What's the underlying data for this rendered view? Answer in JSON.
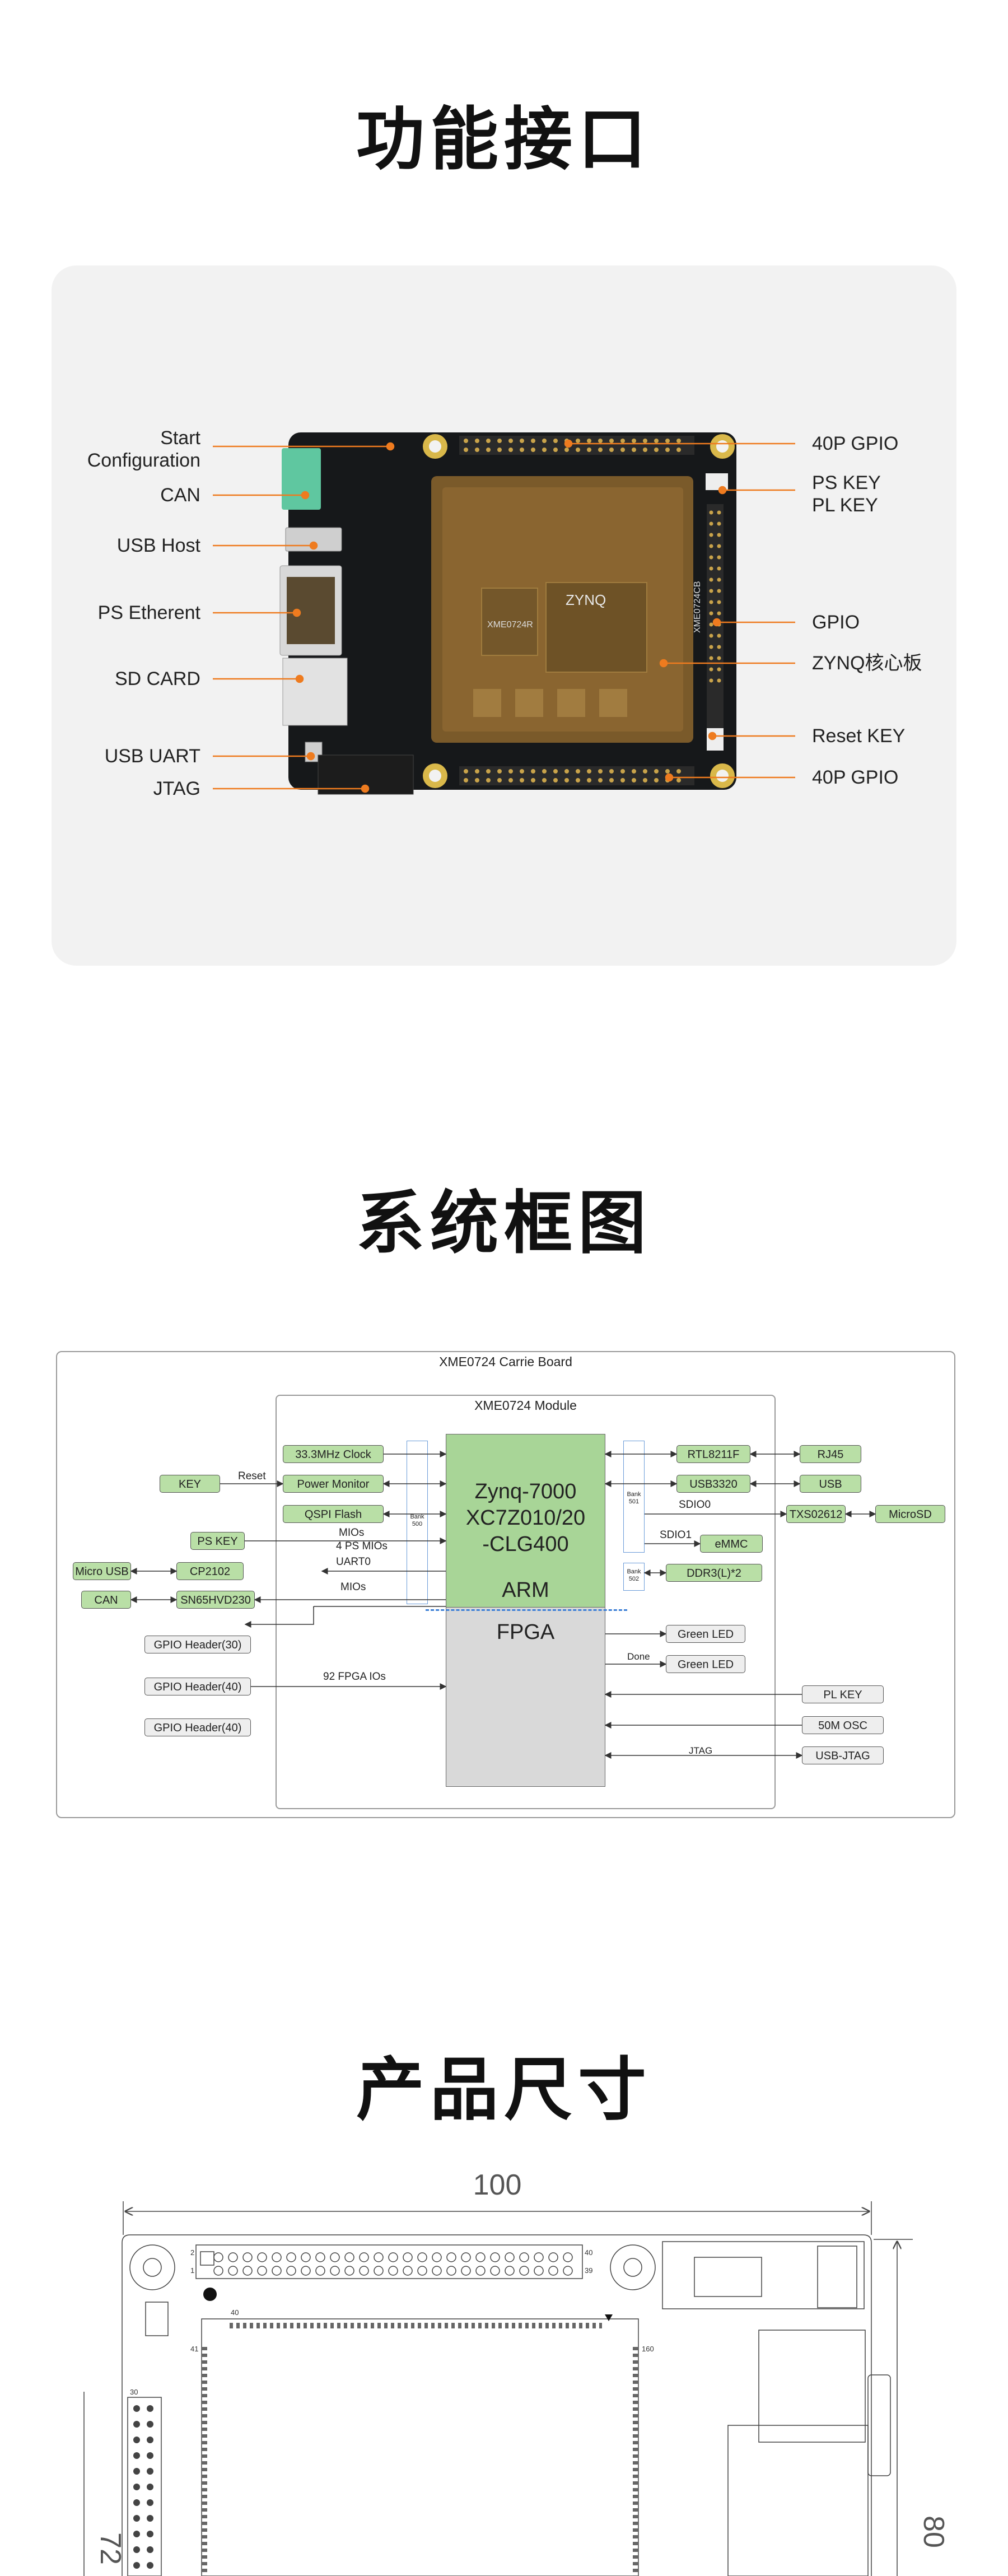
{
  "sections": {
    "interfaces_title": "功能接口",
    "block_title": "系统框图",
    "dims_title": "产品尺寸"
  },
  "interfaces": {
    "left": [
      "Start\nConfiguration",
      "CAN",
      "USB Host",
      "PS Etherent",
      "SD CARD",
      "USB UART",
      "JTAG"
    ],
    "right": [
      "40P GPIO",
      "PS KEY\nPL KEY",
      "GPIO",
      "ZYNQ核心板",
      "Reset KEY",
      "40P GPIO"
    ],
    "chip_marks": [
      "XME0724R",
      "ZYNQ",
      "XME0724CB"
    ],
    "accent": "#ee7b1f"
  },
  "block": {
    "outer_title": "XME0724 Carrie Board",
    "module_title": "XME0724 Module",
    "soc_text": "Zynq-7000\nXC7Z010/20\n-CLG400",
    "arm": "ARM",
    "fpga": "FPGA",
    "bank500": "Bank\n500",
    "bank501": "Bank\n501",
    "bank502": "Bank\n502",
    "left_module_boxes": [
      "33.3MHz Clock",
      "Power Monitor",
      "QSPI Flash",
      "PS KEY",
      "CP2102",
      "SN65HVD230"
    ],
    "left_outer_boxes": [
      "KEY",
      "Micro USB",
      "CAN"
    ],
    "gpio_headers": [
      "GPIO Header(30)",
      "GPIO Header(40)",
      "GPIO Header(40)"
    ],
    "right_module_boxes": [
      "RTL8211F",
      "USB3320",
      "TXS02612",
      "eMMC",
      "DDR3(L)*2",
      "Green LED",
      "Green LED"
    ],
    "right_outer_boxes": [
      "RJ45",
      "USB",
      "MicroSD",
      "PL KEY",
      "50M OSC",
      "USB-JTAG"
    ],
    "line_labels": [
      "Reset",
      "MIOs",
      "4 PS MIOs",
      "UART0",
      "MIOs",
      "92 FPGA IOs",
      "SDIO0",
      "SDIO1",
      "Done",
      "JTAG"
    ],
    "colors": {
      "green": "#b9dfa6",
      "soc_green": "#a8d597",
      "fpga_gray": "#d9d9d9",
      "divider_blue": "#3d7fd6"
    }
  },
  "dimensions": {
    "width": "100",
    "height_left": "72",
    "height_right": "80",
    "pin_labels": [
      "2",
      "1",
      "40",
      "39",
      "40",
      "41",
      "160",
      "30"
    ]
  }
}
